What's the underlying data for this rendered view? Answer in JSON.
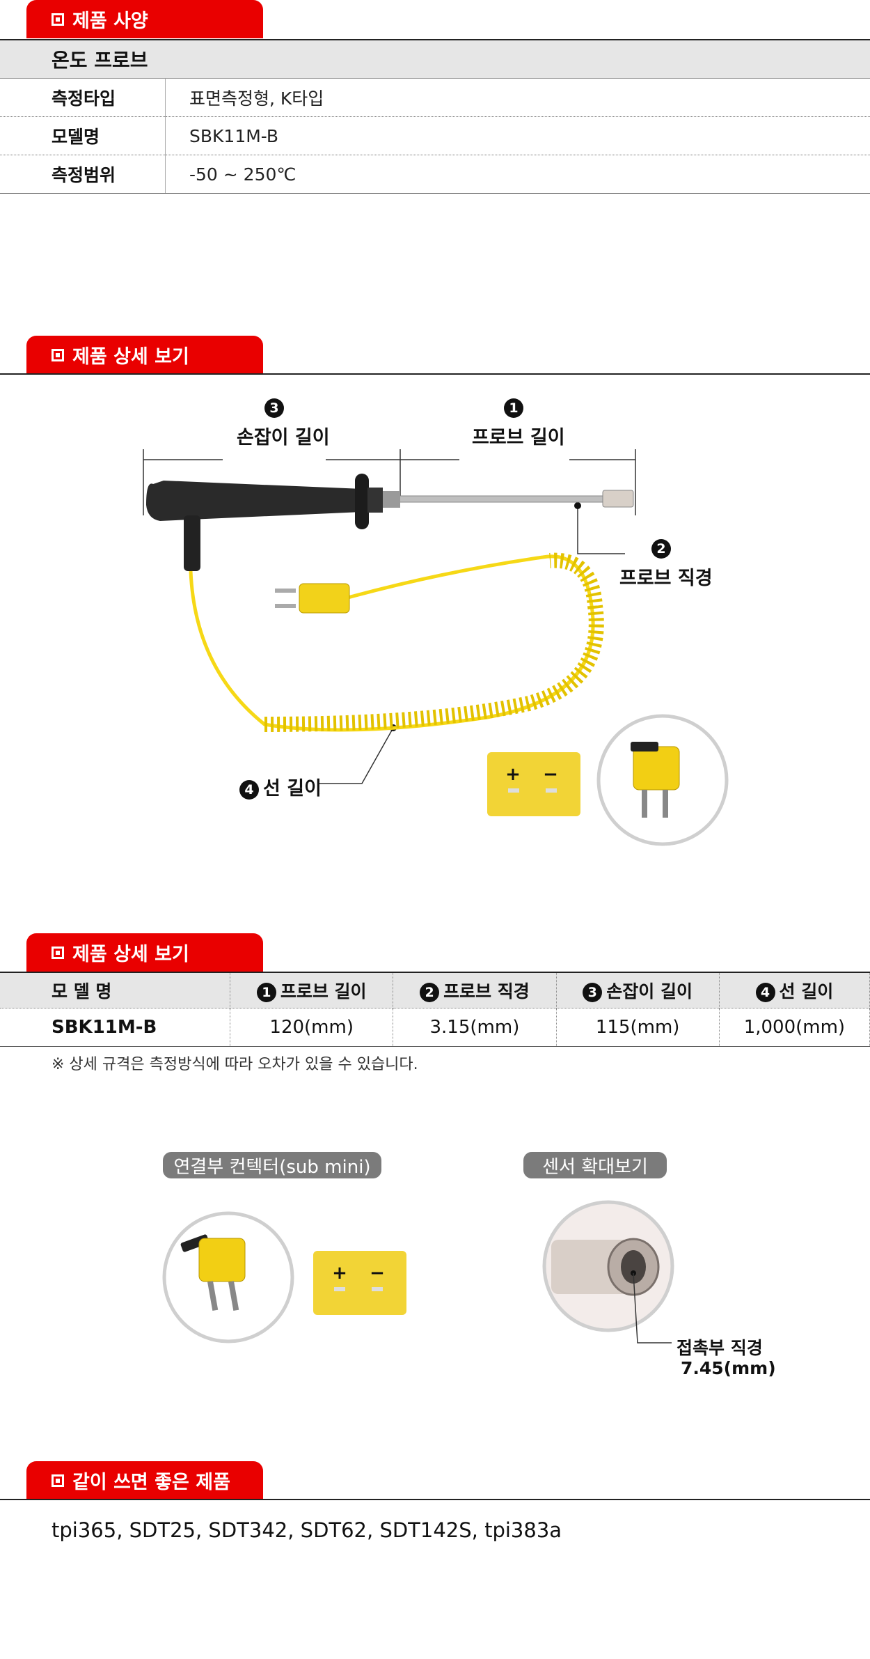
{
  "spec_section": {
    "title": "제품 사양",
    "header": "온도 프로브",
    "rows": [
      {
        "key": "측정타입",
        "value": "표면측정형, K타입"
      },
      {
        "key": "모델명",
        "value": "SBK11M-B"
      },
      {
        "key": "측정범위",
        "value": "-50 ~ 250℃"
      }
    ]
  },
  "detail_section": {
    "title": "제품 상세 보기",
    "callouts": {
      "n1": "1",
      "probe_length": "프로브 길이",
      "n2": "2",
      "probe_diameter": "프로브 직경",
      "n3": "3",
      "handle_length": "손잡이 길이",
      "n4": "4",
      "wire_length": "선 길이"
    },
    "plus": "+",
    "minus": "−"
  },
  "detail_table": {
    "title": "제품 상세 보기",
    "headers": [
      "모 델 명",
      "프로브 길이",
      "프로브 직경",
      "손잡이 길이",
      "선 길이"
    ],
    "header_nums": [
      "1",
      "2",
      "3",
      "4"
    ],
    "row": [
      "SBK11M-B",
      "120(mm)",
      "3.15(mm)",
      "115(mm)",
      "1,000(mm)"
    ],
    "note": "※ 상세 규격은 측정방식에 따라 오차가 있을 수 있습니다."
  },
  "zoom": {
    "connector_label": "연결부 컨텍터(sub mini)",
    "sensor_label": "센서 확대보기",
    "contact_label": "접촉부 직경",
    "contact_value": "7.45(mm)"
  },
  "related": {
    "title": "같이 쓰면 좋은 제품",
    "items": "tpi365, SDT25, SDT342, SDT62, SDT142S, tpi383a"
  },
  "colors": {
    "accent": "#e90000",
    "cable": "#f6d816",
    "handle": "#2a2a2a"
  }
}
